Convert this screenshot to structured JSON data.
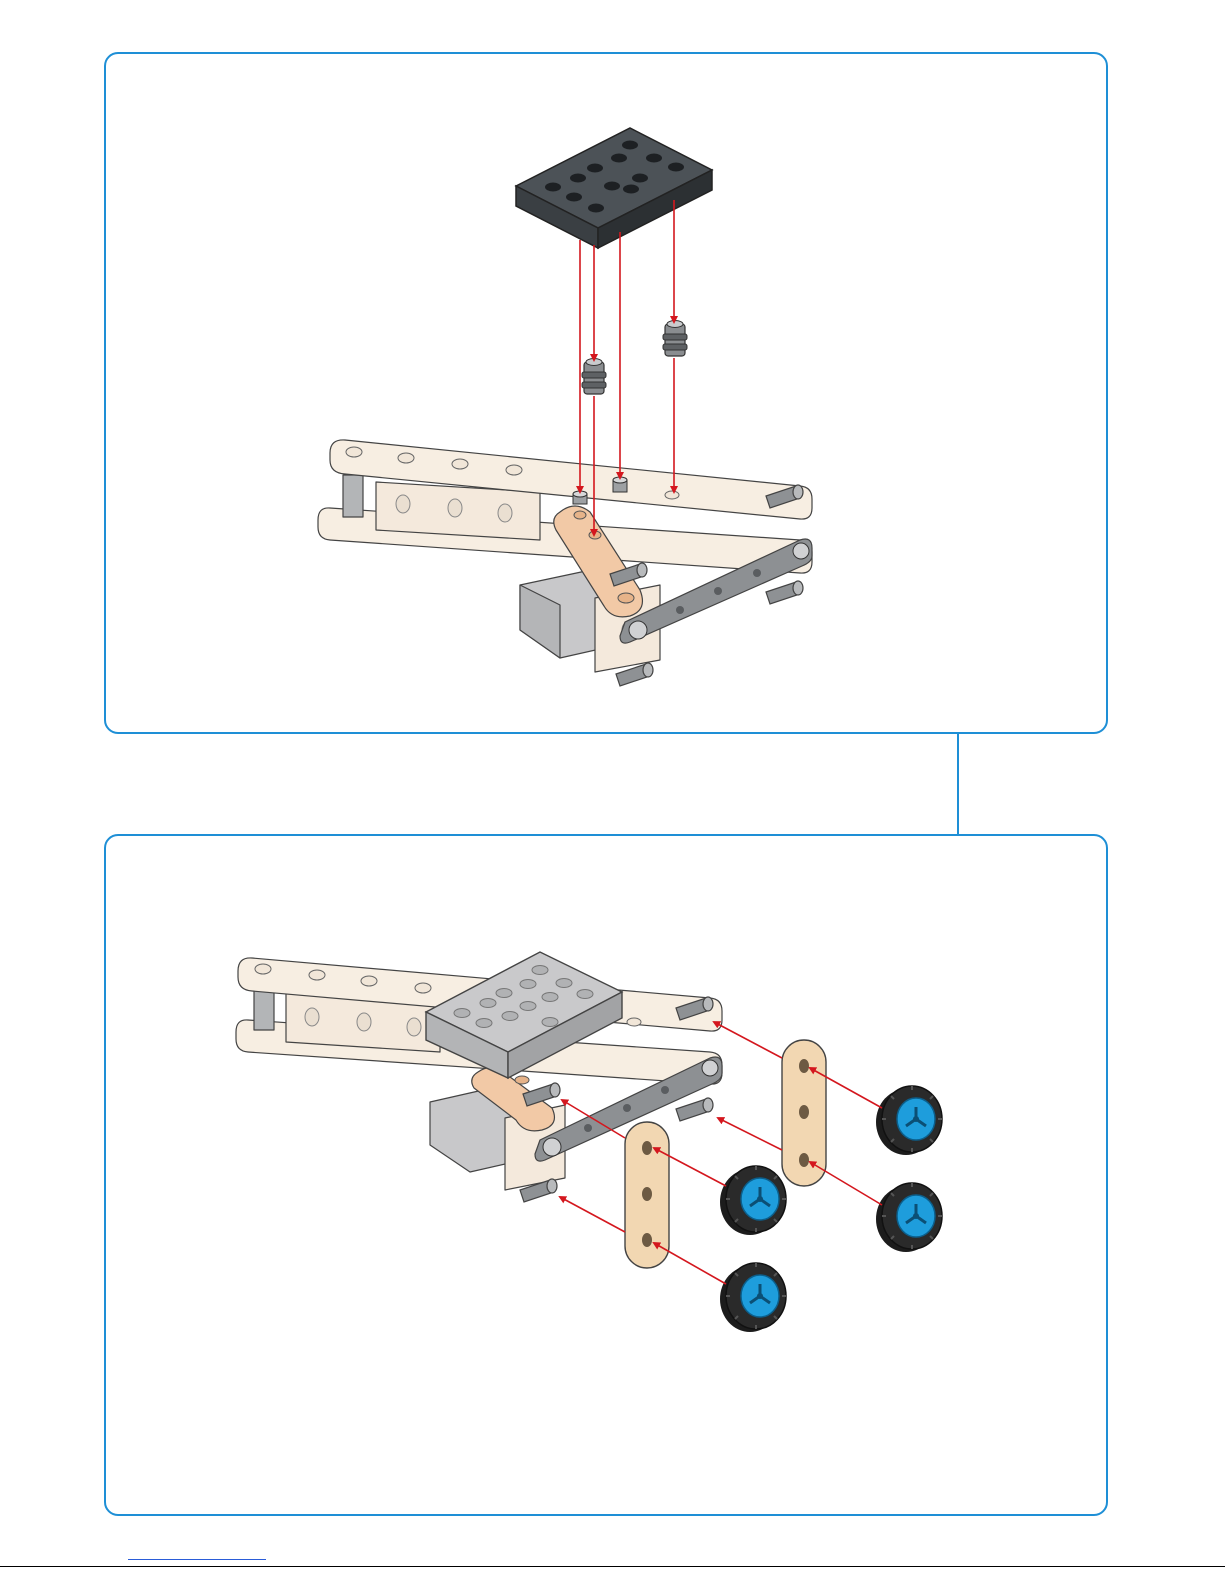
{
  "panels": [
    {
      "id": "step-1",
      "content": "assembly-illustration",
      "parts": [
        "dark-brick-10-hole",
        "spacer-connector",
        "spacer-connector",
        "arm-assembly"
      ]
    },
    {
      "id": "step-2",
      "content": "assembly-illustration",
      "parts": [
        "beige-strip-3-hole",
        "beige-strip-3-hole",
        "wheel",
        "wheel",
        "wheel",
        "wheel"
      ]
    }
  ],
  "colors": {
    "panel_border": "#1e8fd6",
    "arrow": "#d4171e",
    "beige_part": "#f7eee2",
    "wood_strip": "#f2d7b2",
    "grey_part": "#c8c8ca",
    "dark_brick": "#3e4347",
    "wheel_hub": "#1e9ddc",
    "tire": "#1c1c1c"
  },
  "icons": [
    "wheel-icon",
    "brick-icon",
    "connector-icon",
    "strip-icon",
    "arrow-icon"
  ]
}
